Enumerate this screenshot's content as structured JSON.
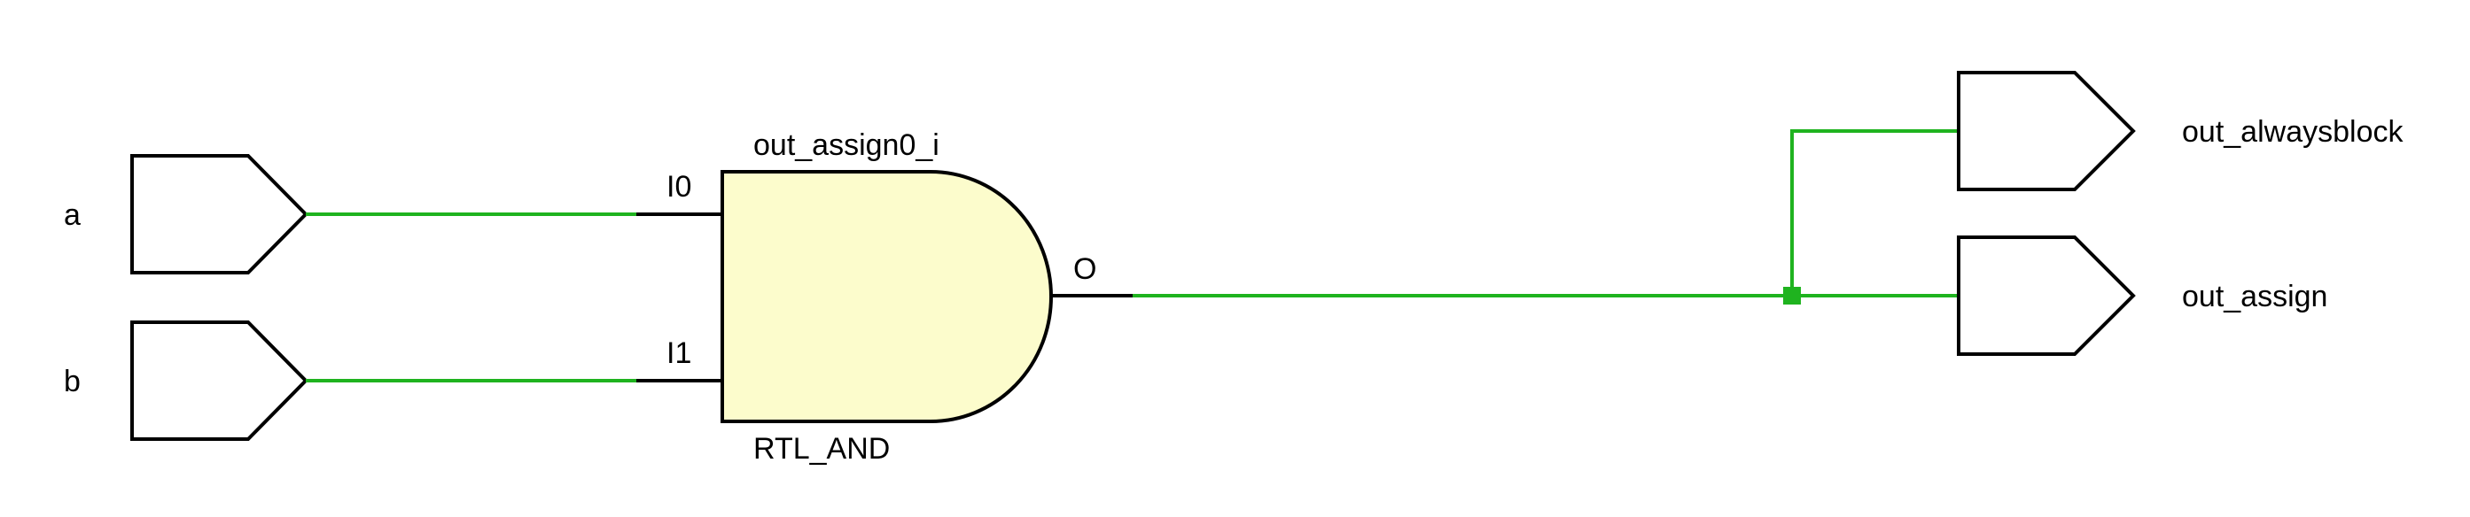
{
  "schematic": {
    "inputs": [
      {
        "id": "a",
        "label": "a"
      },
      {
        "id": "b",
        "label": "b"
      }
    ],
    "gate": {
      "instance_name": "out_assign0_i",
      "type_label": "RTL_AND",
      "pins": {
        "in0": "I0",
        "in1": "I1",
        "out": "O"
      }
    },
    "outputs": [
      {
        "id": "out_alwaysblock",
        "label": "out_alwaysblock"
      },
      {
        "id": "out_assign",
        "label": "out_assign"
      }
    ]
  },
  "colors": {
    "wire": "#1fb31f",
    "gate_fill": "#fcfccc",
    "stroke": "#000000",
    "background": "#ffffff"
  }
}
